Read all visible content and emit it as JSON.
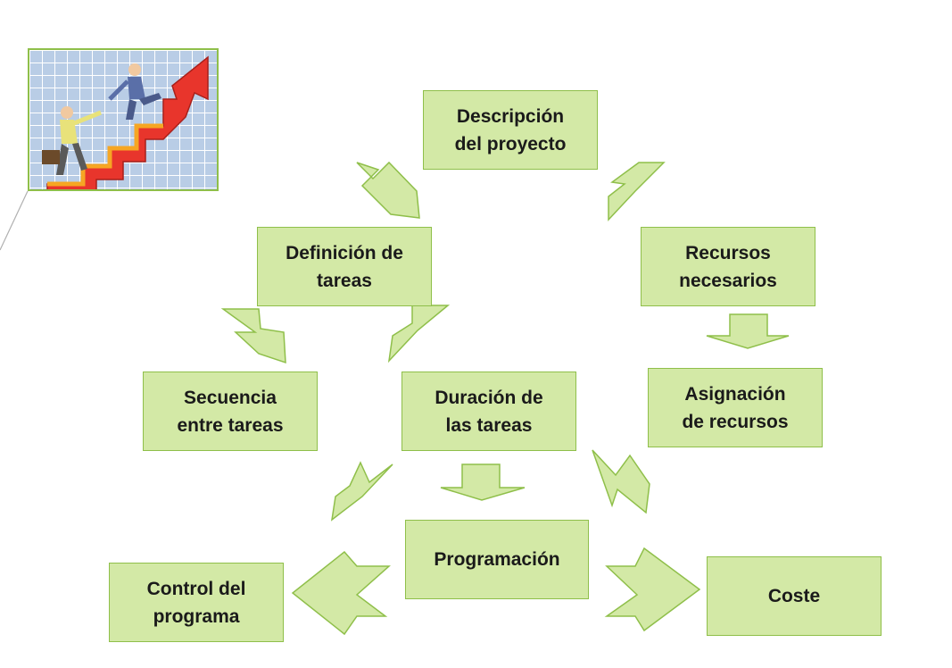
{
  "colors": {
    "box_fill": "#d3e9a6",
    "box_border": "#8fbf4a",
    "arrow_fill": "#d3e9a6",
    "arrow_stroke": "#8fbf4a"
  },
  "illustration": {
    "icon": "business-climbing-arrow-clipart"
  },
  "nodes": {
    "descripcion": "Descripción\ndel proyecto",
    "definicion": "Definición de\ntareas",
    "recursos": "Recursos\nnecesarios",
    "secuencia": "Secuencia\nentre tareas",
    "duracion": "Duración de\nlas tareas",
    "asignacion": "Asignación\nde recursos",
    "programacion": "Programación",
    "control": "Control del\nprograma",
    "coste": "Coste"
  }
}
